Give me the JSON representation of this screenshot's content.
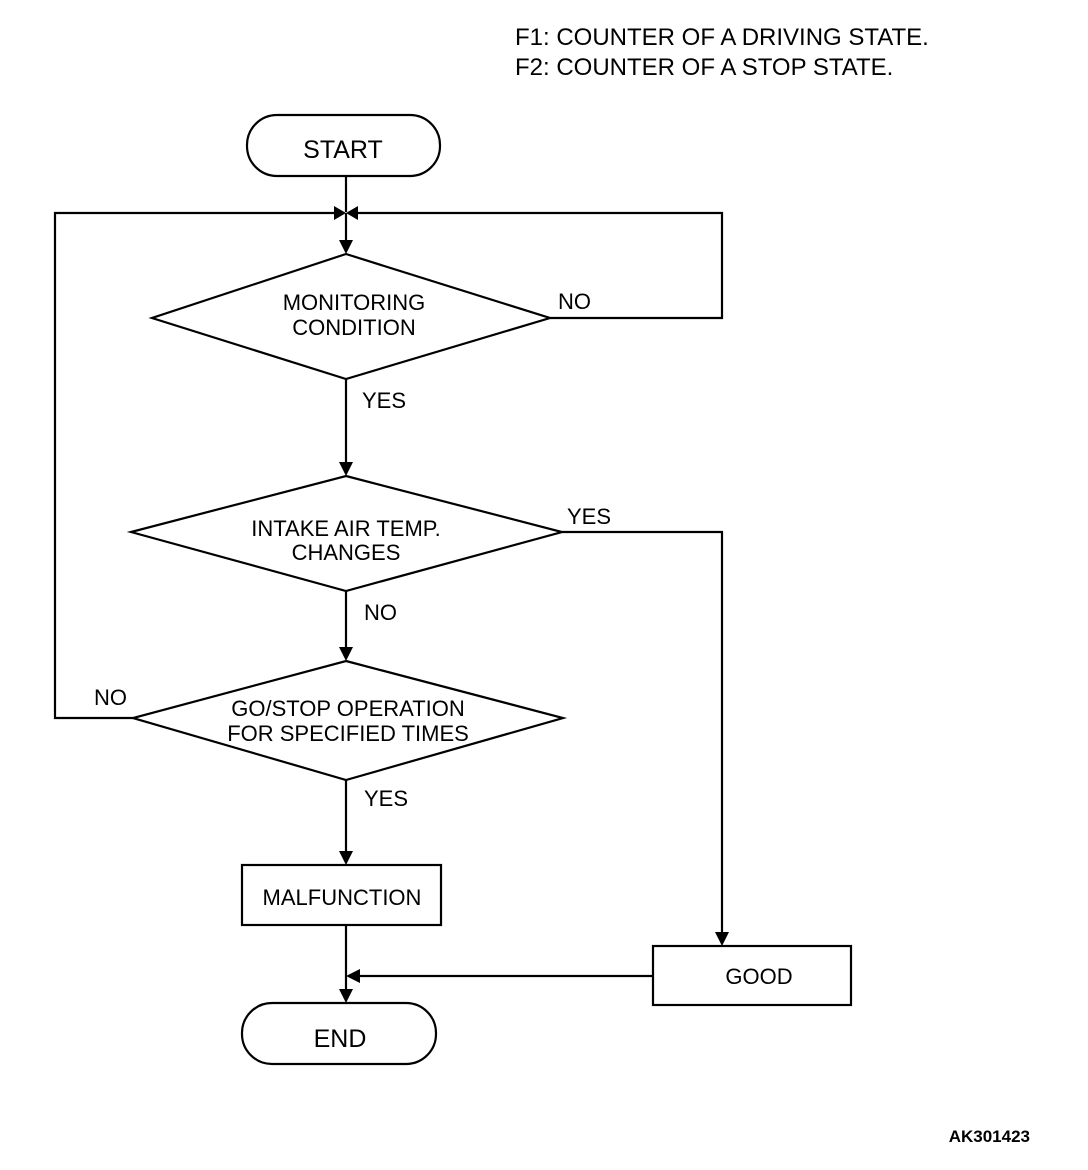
{
  "legend": {
    "line1": "F1: COUNTER OF A DRIVING STATE.",
    "line2": "F2: COUNTER OF A STOP STATE."
  },
  "nodes": {
    "start": "START",
    "monitoring": [
      "MONITORING",
      "CONDITION"
    ],
    "intake": [
      "INTAKE AIR TEMP.",
      "CHANGES"
    ],
    "gostop": [
      "GO/STOP OPERATION",
      "FOR SPECIFIED TIMES"
    ],
    "malfunction": "MALFUNCTION",
    "good": "GOOD",
    "end": "END"
  },
  "edges": {
    "monitoring_no": "NO",
    "monitoring_yes": "YES",
    "intake_yes": "YES",
    "intake_no": "NO",
    "gostop_no": "NO",
    "gostop_yes": "YES"
  },
  "figure_id": "AK301423"
}
